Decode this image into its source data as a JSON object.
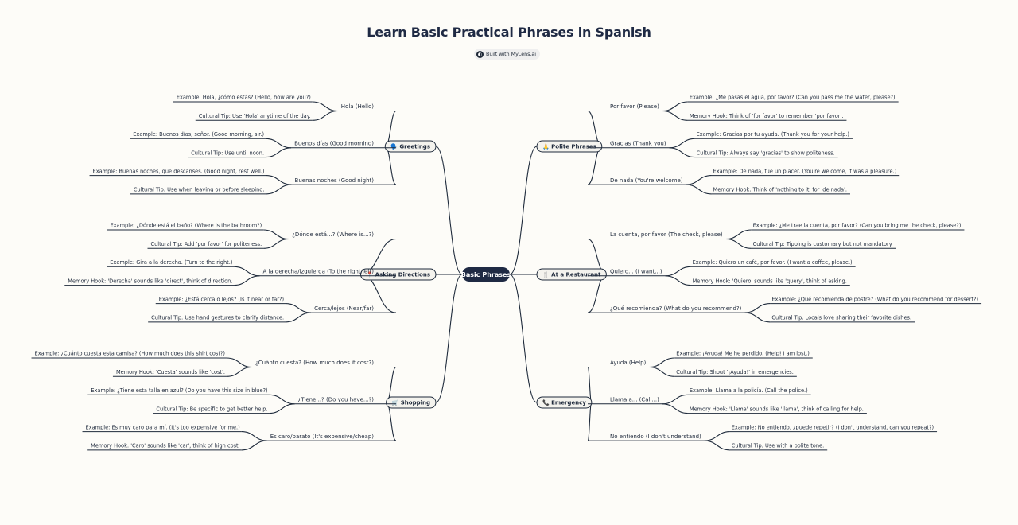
{
  "title": "Learn Basic Practical Phrases in Spanish",
  "badge": {
    "label": "Built with MyLens.ai",
    "icon": "mylens-logo-icon"
  },
  "colors": {
    "background": "#fdfcf8",
    "root_fill": "#1f2a44",
    "line": "#1e2a3b",
    "category_fill": "#f4f3ee"
  },
  "root": {
    "label": "Basic Phrases"
  },
  "categories": [
    {
      "id": "greetings",
      "side": "left",
      "label": "Greetings",
      "emoji": "🗣️",
      "phrases": [
        {
          "label": "Hola (Hello)",
          "details": [
            "Example: Hola, ¿cómo estás? (Hello, how are you?)",
            "Cultural Tip: Use 'Hola' anytime of the day."
          ]
        },
        {
          "label": "Buenos días (Good morning)",
          "details": [
            "Example: Buenos días, señor. (Good morning, sir.)",
            "Cultural Tip: Use until noon."
          ]
        },
        {
          "label": "Buenas noches (Good night)",
          "details": [
            "Example: Buenas noches, que descanses. (Good night, rest well.)",
            "Cultural Tip: Use when leaving or before sleeping."
          ]
        }
      ]
    },
    {
      "id": "asking-directions",
      "side": "left",
      "label": "Asking Directions",
      "emoji": "📍",
      "phrases": [
        {
          "label": "¿Dónde está...? (Where is...?)",
          "details": [
            "Example: ¿Dónde está el baño? (Where is the bathroom?)",
            "Cultural Tip: Add 'por favor' for politeness."
          ]
        },
        {
          "label": "A la derecha/izquierda (To the right/left)",
          "details": [
            "Example: Gira a la derecha. (Turn to the right.)",
            "Memory Hook: 'Derecha' sounds like 'direct', think of direction."
          ]
        },
        {
          "label": "Cerca/lejos (Near/far)",
          "details": [
            "Example: ¿Está cerca o lejos? (Is it near or far?)",
            "Cultural Tip: Use hand gestures to clarify distance."
          ]
        }
      ]
    },
    {
      "id": "shopping",
      "side": "left",
      "label": "Shopping",
      "emoji": "🛒",
      "phrases": [
        {
          "label": "¿Cuánto cuesta? (How much does it cost?)",
          "details": [
            "Example: ¿Cuánto cuesta esta camisa? (How much does this shirt cost?)",
            "Memory Hook: 'Cuesta' sounds like 'cost'."
          ]
        },
        {
          "label": "¿Tiene...? (Do you have...?)",
          "details": [
            "Example: ¿Tiene esta talla en azul? (Do you have this size in blue?)",
            "Cultural Tip: Be specific to get better help."
          ]
        },
        {
          "label": "Es caro/barato (It's expensive/cheap)",
          "details": [
            "Example: Es muy caro para mí. (It's too expensive for me.)",
            "Memory Hook: 'Caro' sounds like 'car', think of high cost."
          ]
        }
      ]
    },
    {
      "id": "polite-phrases",
      "side": "right",
      "label": "Polite Phrases",
      "emoji": "🙏",
      "phrases": [
        {
          "label": "Por favor (Please)",
          "details": [
            "Example: ¿Me pasas el agua, por favor? (Can you pass me the water, please?)",
            "Memory Hook: Think of 'for favor' to remember 'por favor'."
          ]
        },
        {
          "label": "Gracias (Thank you)",
          "details": [
            "Example: Gracias por tu ayuda. (Thank you for your help.)",
            "Cultural Tip: Always say 'gracias' to show politeness."
          ]
        },
        {
          "label": "De nada (You're welcome)",
          "details": [
            "Example: De nada, fue un placer. (You're welcome, it was a pleasure.)",
            "Memory Hook: Think of 'nothing to it' for 'de nada'."
          ]
        }
      ]
    },
    {
      "id": "at-a-restaurant",
      "side": "right",
      "label": "At a Restaurant",
      "emoji": "🍴",
      "phrases": [
        {
          "label": "La cuenta, por favor (The check, please)",
          "details": [
            "Example: ¿Me trae la cuenta, por favor? (Can you bring me the check, please?)",
            "Cultural Tip: Tipping is customary but not mandatory."
          ]
        },
        {
          "label": "Quiero... (I want...)",
          "details": [
            "Example: Quiero un café, por favor. (I want a coffee, please.)",
            "Memory Hook: 'Quiero' sounds like 'query', think of asking."
          ]
        },
        {
          "label": "¿Qué recomienda? (What do you recommend?)",
          "details": [
            "Example: ¿Qué recomienda de postre? (What do you recommend for dessert?)",
            "Cultural Tip: Locals love sharing their favorite dishes."
          ]
        }
      ]
    },
    {
      "id": "emergency",
      "side": "right",
      "label": "Emergency",
      "emoji": "📞",
      "phrases": [
        {
          "label": "Ayuda (Help)",
          "details": [
            "Example: ¡Ayuda! Me he perdido. (Help! I am lost.)",
            "Cultural Tip: Shout '¡Ayuda!' in emergencies."
          ]
        },
        {
          "label": "Llama a... (Call...)",
          "details": [
            "Example: Llama a la policía. (Call the police.)",
            "Memory Hook: 'Llama' sounds like 'llama', think of calling for help."
          ]
        },
        {
          "label": "No entiendo (I don't understand)",
          "details": [
            "Example: No entiendo, ¿puede repetir? (I don't understand, can you repeat?)",
            "Cultural Tip: Use with a polite tone."
          ]
        }
      ]
    }
  ]
}
